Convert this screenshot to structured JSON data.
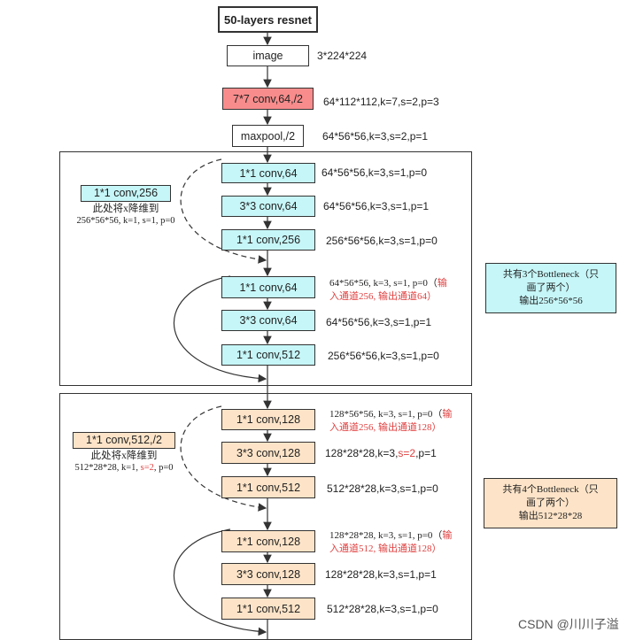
{
  "title": "50-layers resnet",
  "top": {
    "image": {
      "label": "image",
      "out": "3*224*224"
    },
    "conv1": {
      "label": "7*7 conv,64,/2",
      "out": "64*112*112,k=7,s=2,p=3"
    },
    "pool": {
      "label": "maxpool,/2",
      "out": "64*56*56,k=3,s=2,p=1"
    }
  },
  "stage1": {
    "shortcut": {
      "label": "1*1 conv,256",
      "line1": "此处将x降维到",
      "line2": "256*56*56, k=1, s=1, p=0"
    },
    "blockA": [
      {
        "label": "1*1 conv,64",
        "out": "64*56*56,k=3,s=1,p=0"
      },
      {
        "label": "3*3 conv,64",
        "out": "64*56*56,k=3,s=1,p=1"
      },
      {
        "label": "1*1 conv,256",
        "out": "256*56*56,k=3,s=1,p=0"
      }
    ],
    "blockB": [
      {
        "label": "1*1 conv,64",
        "out_a": "64*56*56, k=3, s=1, p=0（",
        "out_b": "输",
        "out_c": "入通道256, 输出通道64）"
      },
      {
        "label": "3*3 conv,64",
        "out": "64*56*56,k=3,s=1,p=1"
      },
      {
        "label": "1*1 conv,512",
        "out": "256*56*56,k=3,s=1,p=0"
      }
    ],
    "note": {
      "line1": "共有3个Bottleneck（只",
      "line2": "画了两个）",
      "line3": "输出256*56*56"
    }
  },
  "stage2": {
    "shortcut": {
      "label": "1*1 conv,512,/2",
      "line1": "此处将x降维到",
      "line2a": "512*28*28, k=1, ",
      "line2b": "s=2",
      "line2c": ", p=0"
    },
    "blockA": [
      {
        "label": "1*1 conv,128",
        "out_a": "128*56*56, k=3, s=1, p=0（",
        "out_b": "输",
        "out_c": "入通道256, 输出通道128）"
      },
      {
        "label": "3*3 conv,128",
        "out_a": "128*28*28,k=3,",
        "out_b": "s=2",
        "out_c": ",p=1"
      },
      {
        "label": "1*1 conv,512",
        "out": "512*28*28,k=3,s=1,p=0"
      }
    ],
    "blockB": [
      {
        "label": "1*1 conv,128",
        "out_a": "128*28*28, k=3, s=1, p=0（",
        "out_b": "输",
        "out_c": "入通道512, 输出通道128）"
      },
      {
        "label": "3*3 conv,128",
        "out": "128*28*28,k=3,s=1,p=1"
      },
      {
        "label": "1*1 conv,512",
        "out": "512*28*28,k=3,s=1,p=0"
      }
    ],
    "note": {
      "line1": "共有4个Bottleneck（只",
      "line2": "画了两个）",
      "line3": "输出512*28*28"
    }
  },
  "watermark": "CSDN @川川子溢",
  "colors": {
    "cyan": "#c6f6f8",
    "peach": "#fde4c8",
    "red": "#f88c8c",
    "highlight": "#e04040"
  }
}
